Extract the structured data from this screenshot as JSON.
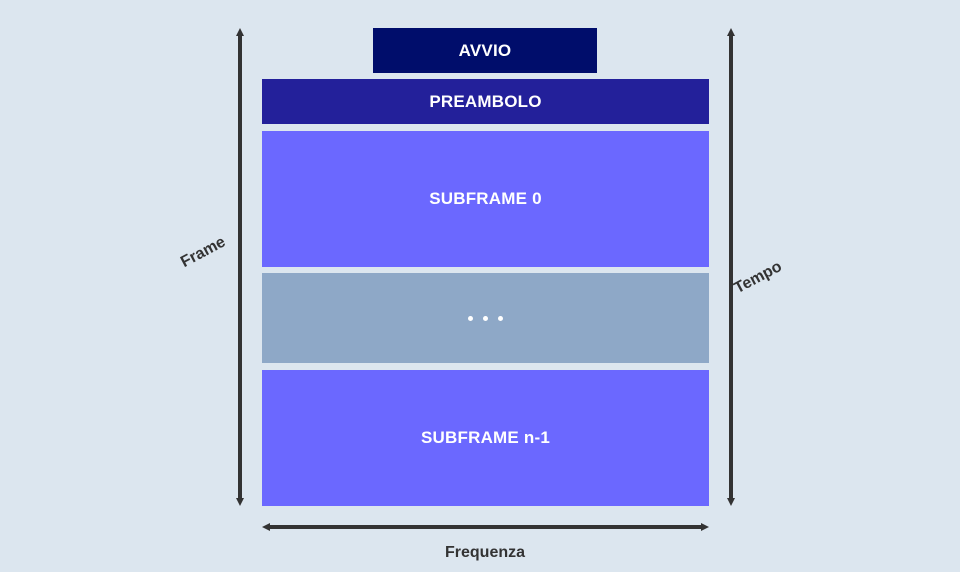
{
  "blocks": {
    "start": "AVVIO",
    "preamble": "PREAMBOLO",
    "subframe_first": "SUBFRAME 0",
    "subframe_last": "SUBFRAME n-1"
  },
  "axes": {
    "left": "Frame",
    "right": "Tempo",
    "bottom": "Frequenza"
  },
  "colors": {
    "start": "#000d6b",
    "preamble": "#23209a",
    "subframe": "#6b68ff",
    "ellipsis_block": "#8ea8c7",
    "arrow": "#333333",
    "background": "#dce6ef"
  }
}
